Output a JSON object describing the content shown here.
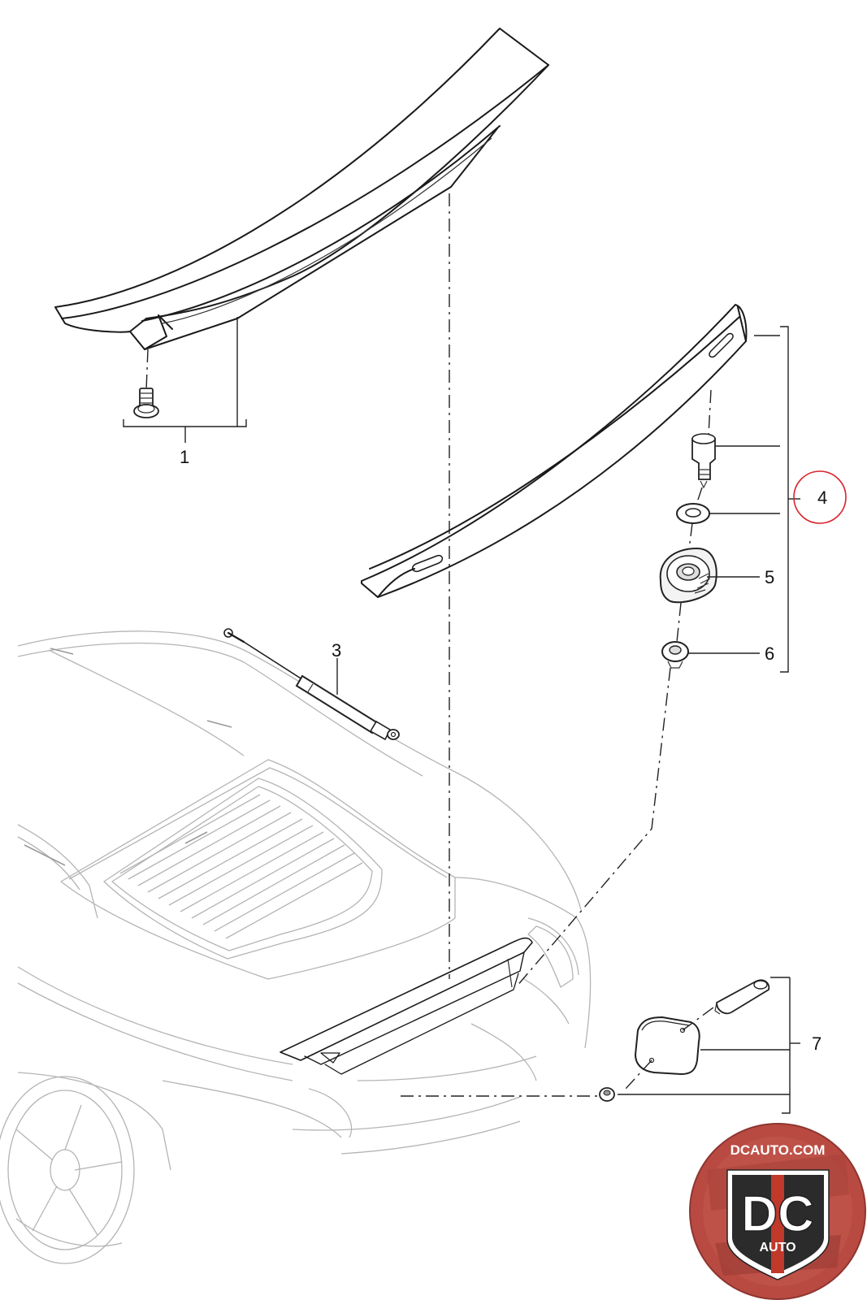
{
  "callouts": [
    {
      "id": "1",
      "label": "1"
    },
    {
      "id": "3",
      "label": "3"
    },
    {
      "id": "4",
      "label": "4",
      "highlight_color": "#d9232d"
    },
    {
      "id": "5",
      "label": "5"
    },
    {
      "id": "6",
      "label": "6"
    },
    {
      "id": "7",
      "label": "7"
    }
  ],
  "watermark": {
    "top_text": "DCAUTO.COM",
    "monogram": "DC",
    "bottom_text": "AUTO",
    "ring_color": "#c0392b",
    "badge_color": "#ffffff"
  }
}
